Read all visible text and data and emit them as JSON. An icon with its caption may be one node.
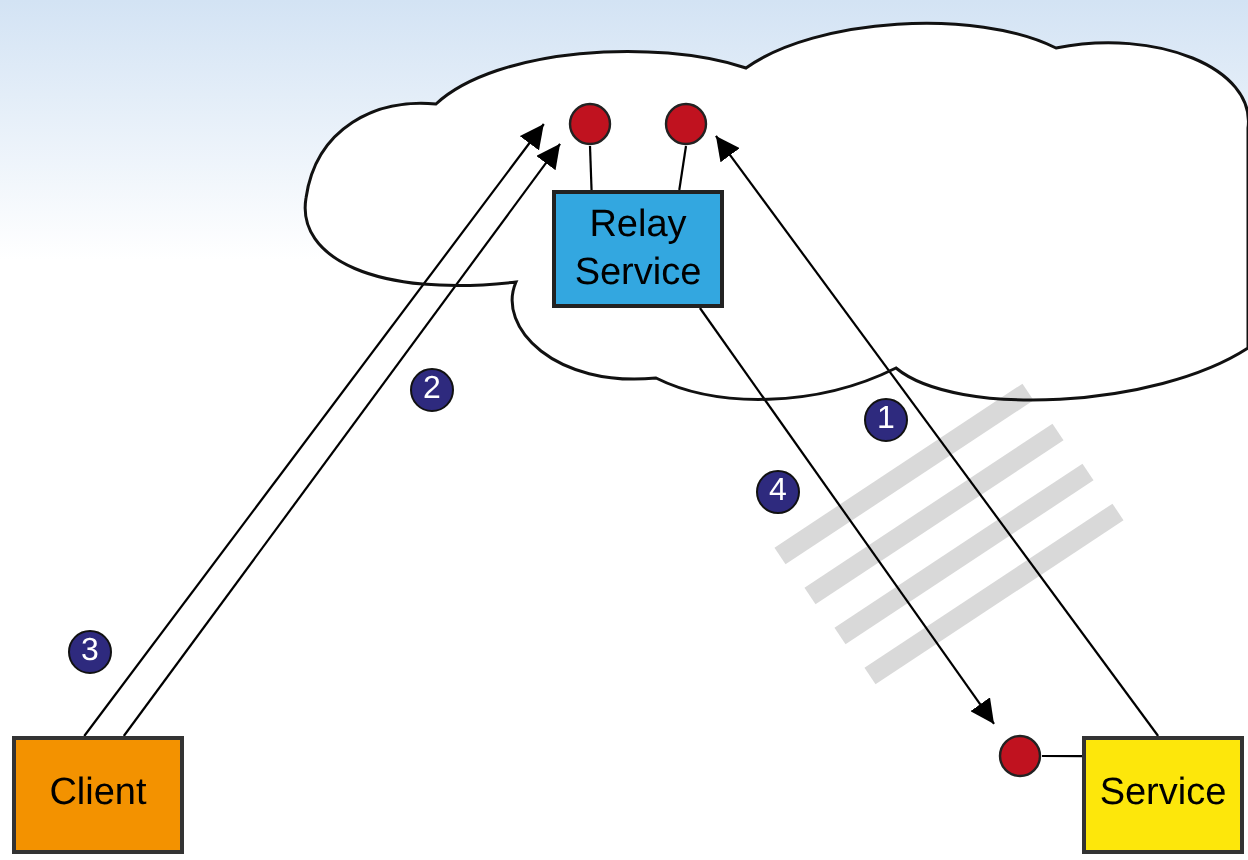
{
  "diagram": {
    "nodes": [
      {
        "text": [],
        "shape": "cloud"
      },
      {
        "text": [
          "Relay Service"
        ],
        "in": 0
      },
      {
        "text": [],
        "shape": "circle",
        "in": 0
      },
      {
        "text": [],
        "shape": "circle",
        "in": 0
      },
      {
        "text": [
          "Client"
        ]
      },
      {
        "text": [],
        "shape": "circle"
      },
      {
        "text": [
          "Service"
        ]
      }
    ],
    "edges": [
      {
        "from": 2,
        "to": 1,
        "arrow": "none"
      },
      {
        "from": 3,
        "to": 1,
        "arrow": "none"
      },
      {
        "from": 4,
        "to": 2,
        "arrow": "to"
      },
      {
        "from": 4,
        "to": 2,
        "arrow": "to"
      },
      {
        "from": 6,
        "to": 3,
        "arrow": "to"
      },
      {
        "from": 1,
        "to": 5,
        "arrow": "to"
      },
      {
        "from": 5,
        "to": 6,
        "arrow": "none"
      }
    ],
    "labels": [
      "2",
      "1",
      "4",
      "3"
    ]
  }
}
